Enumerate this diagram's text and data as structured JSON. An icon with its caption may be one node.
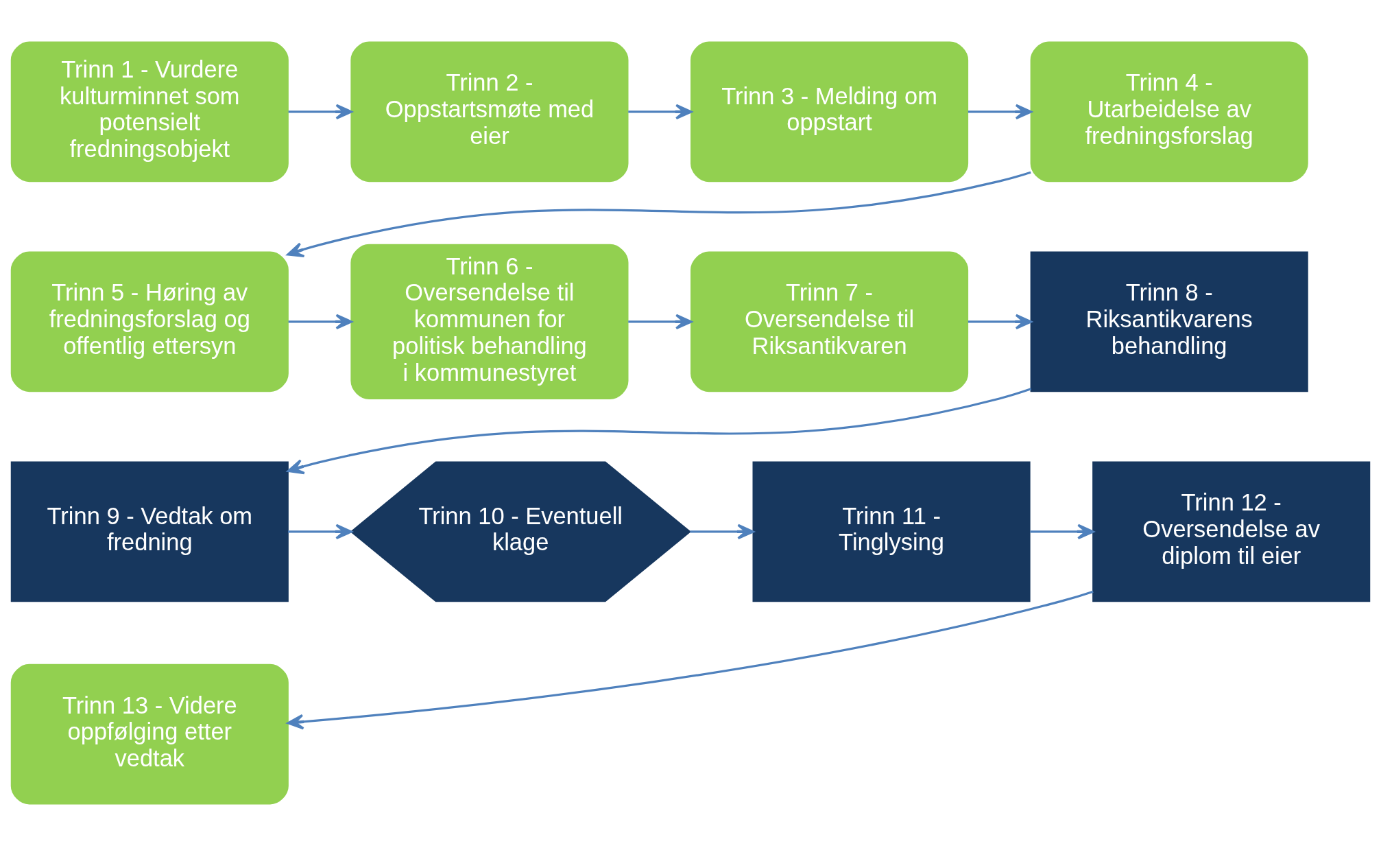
{
  "diagram": {
    "nodes": [
      {
        "text": [
          "Trinn 1 - Vurdere kulturminnet som potensielt fredningsobjekt"
        ]
      },
      {
        "text": [
          "Trinn 2 - Oppstartsmøte med eier"
        ]
      },
      {
        "text": [
          "Trinn 3 - Melding om oppstart"
        ]
      },
      {
        "text": [
          "Trinn 4 - Utarbeidelse av fredningsforslag"
        ]
      },
      {
        "text": [
          "Trinn 5 - Høring av fredningsforslag og offentlig ettersyn"
        ]
      },
      {
        "text": [
          "Trinn 6 - Oversendelse til kommunen for politisk behandling i kommunestyret"
        ]
      },
      {
        "text": [
          "Trinn 7 - Oversendelse til Riksantikvaren"
        ]
      },
      {
        "text": [
          "Trinn 8 - Riksantikvarens behandling"
        ]
      },
      {
        "text": [
          "Trinn 9 - Vedtak om fredning"
        ]
      },
      {
        "text": [
          "Trinn 10 - Eventuell klage"
        ]
      },
      {
        "text": [
          "Trinn 11 - Tinglysing"
        ]
      },
      {
        "text": [
          "Trinn 12 - Oversendelse av diplom til eier"
        ]
      },
      {
        "text": [
          "Trinn 13 - Videre oppfølging etter vedtak"
        ]
      }
    ],
    "edges": [
      {
        "from": 0,
        "to": 1,
        "arrow": "to"
      },
      {
        "from": 1,
        "to": 2,
        "arrow": "to"
      },
      {
        "from": 2,
        "to": 3,
        "arrow": "to"
      },
      {
        "from": 3,
        "to": 4,
        "arrow": "to"
      },
      {
        "from": 4,
        "to": 5,
        "arrow": "to"
      },
      {
        "from": 5,
        "to": 6,
        "arrow": "to"
      },
      {
        "from": 6,
        "to": 7,
        "arrow": "to"
      },
      {
        "from": 7,
        "to": 8,
        "arrow": "to"
      },
      {
        "from": 8,
        "to": 9,
        "arrow": "to"
      },
      {
        "from": 9,
        "to": 10,
        "arrow": "to"
      },
      {
        "from": 10,
        "to": 11,
        "arrow": "to"
      },
      {
        "from": 11,
        "to": 12,
        "arrow": "to"
      }
    ]
  }
}
